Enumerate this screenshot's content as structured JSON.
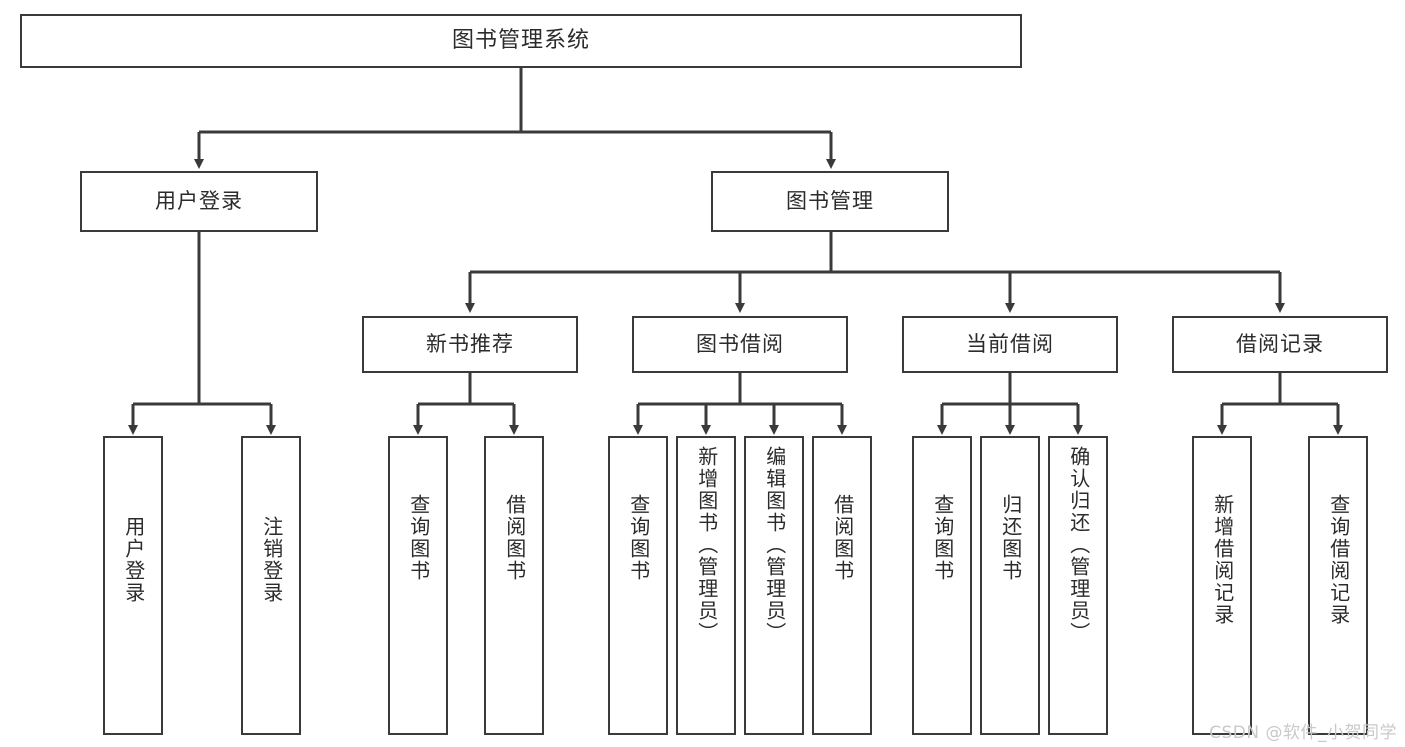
{
  "diagram": {
    "title": "图书管理系统",
    "type": "hierarchy-tree",
    "root": {
      "id": "root",
      "label": "图书管理系统"
    },
    "level2": [
      {
        "id": "user-login",
        "label": "用户登录"
      },
      {
        "id": "book-manage",
        "label": "图书管理"
      }
    ],
    "level3": [
      {
        "id": "new-book-rec",
        "label": "新书推荐",
        "parent": "book-manage"
      },
      {
        "id": "book-borrow",
        "label": "图书借阅",
        "parent": "book-manage"
      },
      {
        "id": "current-borrow",
        "label": "当前借阅",
        "parent": "book-manage"
      },
      {
        "id": "borrow-record",
        "label": "借阅记录",
        "parent": "book-manage"
      }
    ],
    "leaves": [
      {
        "id": "leaf-user-login",
        "label": "用户登录",
        "parent": "user-login"
      },
      {
        "id": "leaf-logout",
        "label": "注销登录",
        "parent": "user-login"
      },
      {
        "id": "leaf-query-book-1",
        "label": "查询图书",
        "parent": "new-book-rec"
      },
      {
        "id": "leaf-borrow-book-1",
        "label": "借阅图书",
        "parent": "new-book-rec"
      },
      {
        "id": "leaf-query-book-2",
        "label": "查询图书",
        "parent": "book-borrow"
      },
      {
        "id": "leaf-add-book",
        "label": "新增图书（管理员）",
        "parent": "book-borrow"
      },
      {
        "id": "leaf-edit-book",
        "label": "编辑图书（管理员）",
        "parent": "book-borrow"
      },
      {
        "id": "leaf-borrow-book-2",
        "label": "借阅图书",
        "parent": "book-borrow"
      },
      {
        "id": "leaf-query-book-3",
        "label": "查询图书",
        "parent": "current-borrow"
      },
      {
        "id": "leaf-return-book",
        "label": "归还图书",
        "parent": "current-borrow"
      },
      {
        "id": "leaf-confirm-return",
        "label": "确认归还（管理员）",
        "parent": "current-borrow"
      },
      {
        "id": "leaf-add-record",
        "label": "新增借阅记录",
        "parent": "borrow-record"
      },
      {
        "id": "leaf-query-record",
        "label": "查询借阅记录",
        "parent": "borrow-record"
      }
    ],
    "watermark": "CSDN @软件_小贺同学",
    "colors": {
      "stroke": "#3a3a3a",
      "fill": "#ffffff",
      "text": "#2b2b2b",
      "watermark": "#c9c9c9"
    }
  }
}
